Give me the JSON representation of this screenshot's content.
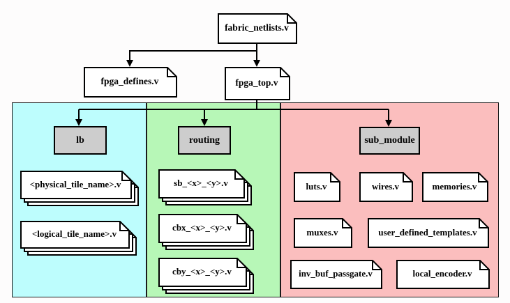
{
  "diagram": {
    "root": {
      "label": "fabric_netlists.v"
    },
    "children": [
      {
        "label": "fpga_defines.v"
      },
      {
        "label": "fpga_top.v"
      }
    ],
    "groups": [
      {
        "name": "lb",
        "region_color": "#bdfdfd",
        "folder": "lb",
        "files": [
          {
            "label": "<physical_tile_name>.v",
            "stack": 3
          },
          {
            "label": "<logical_tile_name>.v",
            "stack": 3
          }
        ]
      },
      {
        "name": "routing",
        "region_color": "#b7f7b7",
        "folder": "routing",
        "files": [
          {
            "label": "sb_<x>_<y>.v",
            "stack": 3
          },
          {
            "label": "cbx_<x>_<y>.v",
            "stack": 3
          },
          {
            "label": "cby_<x>_<y>.v",
            "stack": 3
          }
        ]
      },
      {
        "name": "sub_module",
        "region_color": "#fbbebe",
        "folder": "sub_module",
        "files": [
          {
            "label": "luts.v",
            "stack": 1
          },
          {
            "label": "wires.v",
            "stack": 1
          },
          {
            "label": "memories.v",
            "stack": 1
          },
          {
            "label": "muxes.v",
            "stack": 1
          },
          {
            "label": "user_defined_templates.v",
            "stack": 1
          },
          {
            "label": "inv_buf_passgate.v",
            "stack": 1
          },
          {
            "label": "local_encoder.v",
            "stack": 1
          }
        ]
      }
    ],
    "colors": {
      "folder_fill": "#cdcdcd",
      "doc_fill": "#ffffff",
      "line": "#000000"
    }
  }
}
